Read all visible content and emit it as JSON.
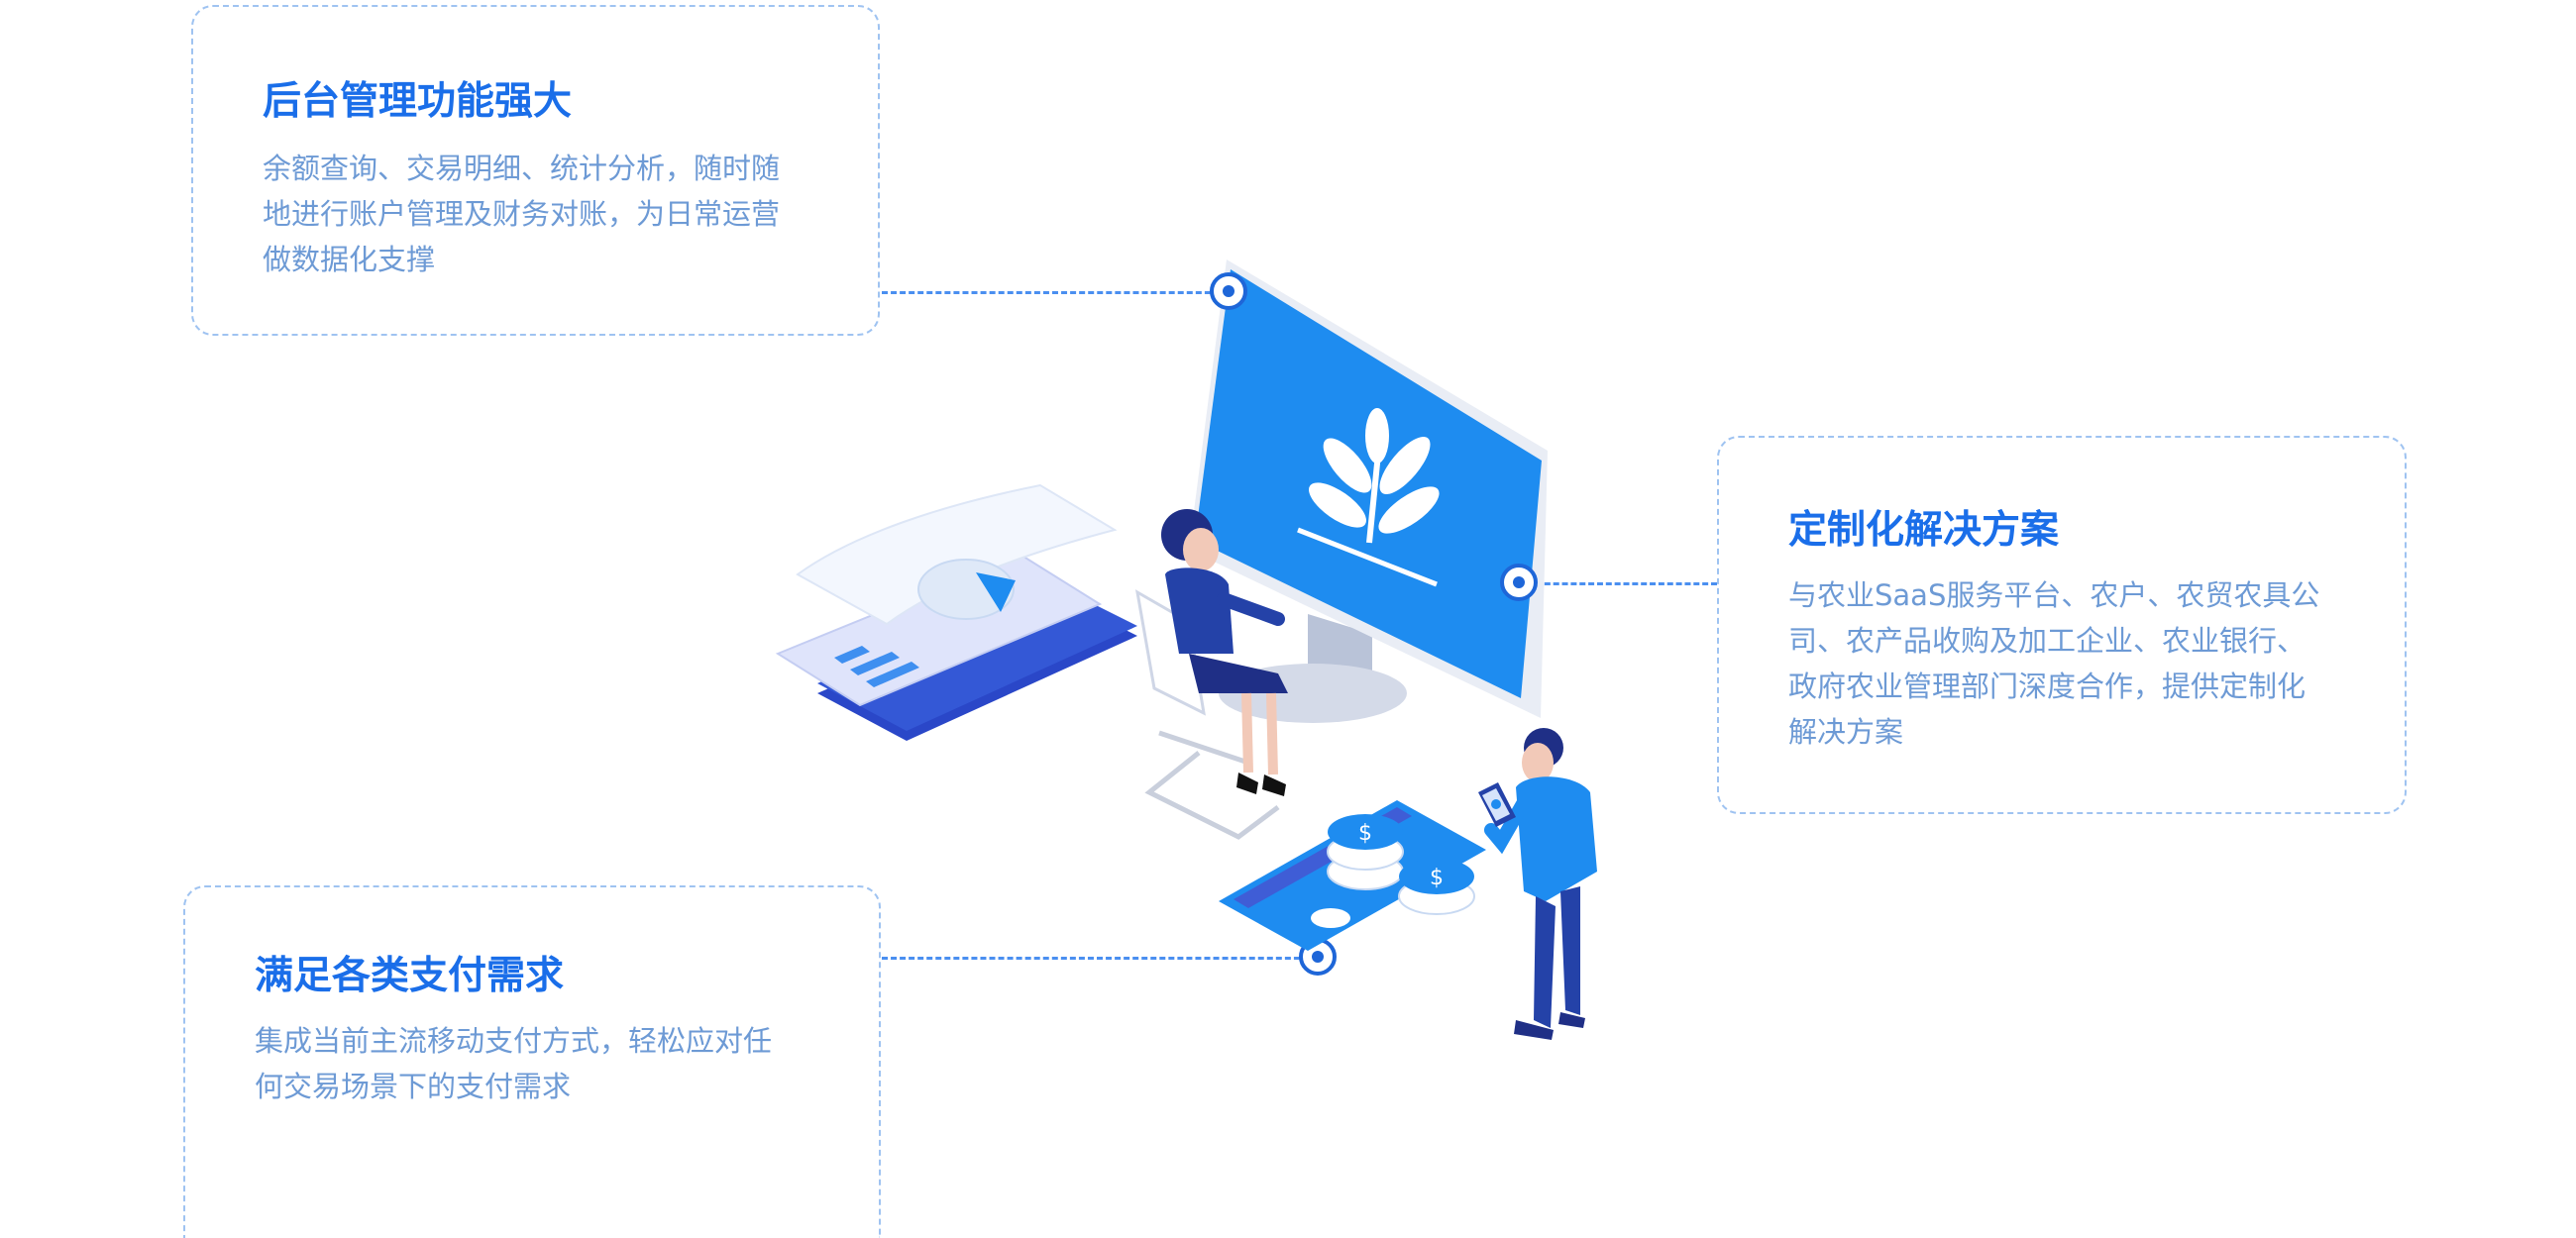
{
  "cards": {
    "backend": {
      "title": "后台管理功能强大",
      "desc": [
        "余额查询、交易明细、统计分析，随时随",
        "地进行账户管理及财务对账，为日常运营",
        "做数据化支撑"
      ]
    },
    "custom": {
      "title": "定制化解决方案",
      "desc": [
        "与农业SaaS服务平台、农户、农贸农具公",
        "司、农产品收购及加工企业、农业银行、",
        "政府农业管理部门深度合作，提供定制化",
        "解决方案"
      ]
    },
    "payment": {
      "title": "满足各类支付需求",
      "desc": [
        "集成当前主流移动支付方式，轻松应对任",
        "何交易场景下的支付需求"
      ]
    }
  },
  "colors": {
    "title": "#1a6ee9",
    "text": "#6d9ad5",
    "border": "#9fc3f1",
    "accent": "#1e8cf0",
    "dark_blue": "#2845c9",
    "navy": "#1f2f86"
  },
  "illustration": {
    "icons": [
      "monitor-icon",
      "plant-leaf-icon",
      "document-pie-chart-icon",
      "bar-chart-icon",
      "chair-icon",
      "coin-icon",
      "card-icon",
      "tablet-icon"
    ]
  }
}
